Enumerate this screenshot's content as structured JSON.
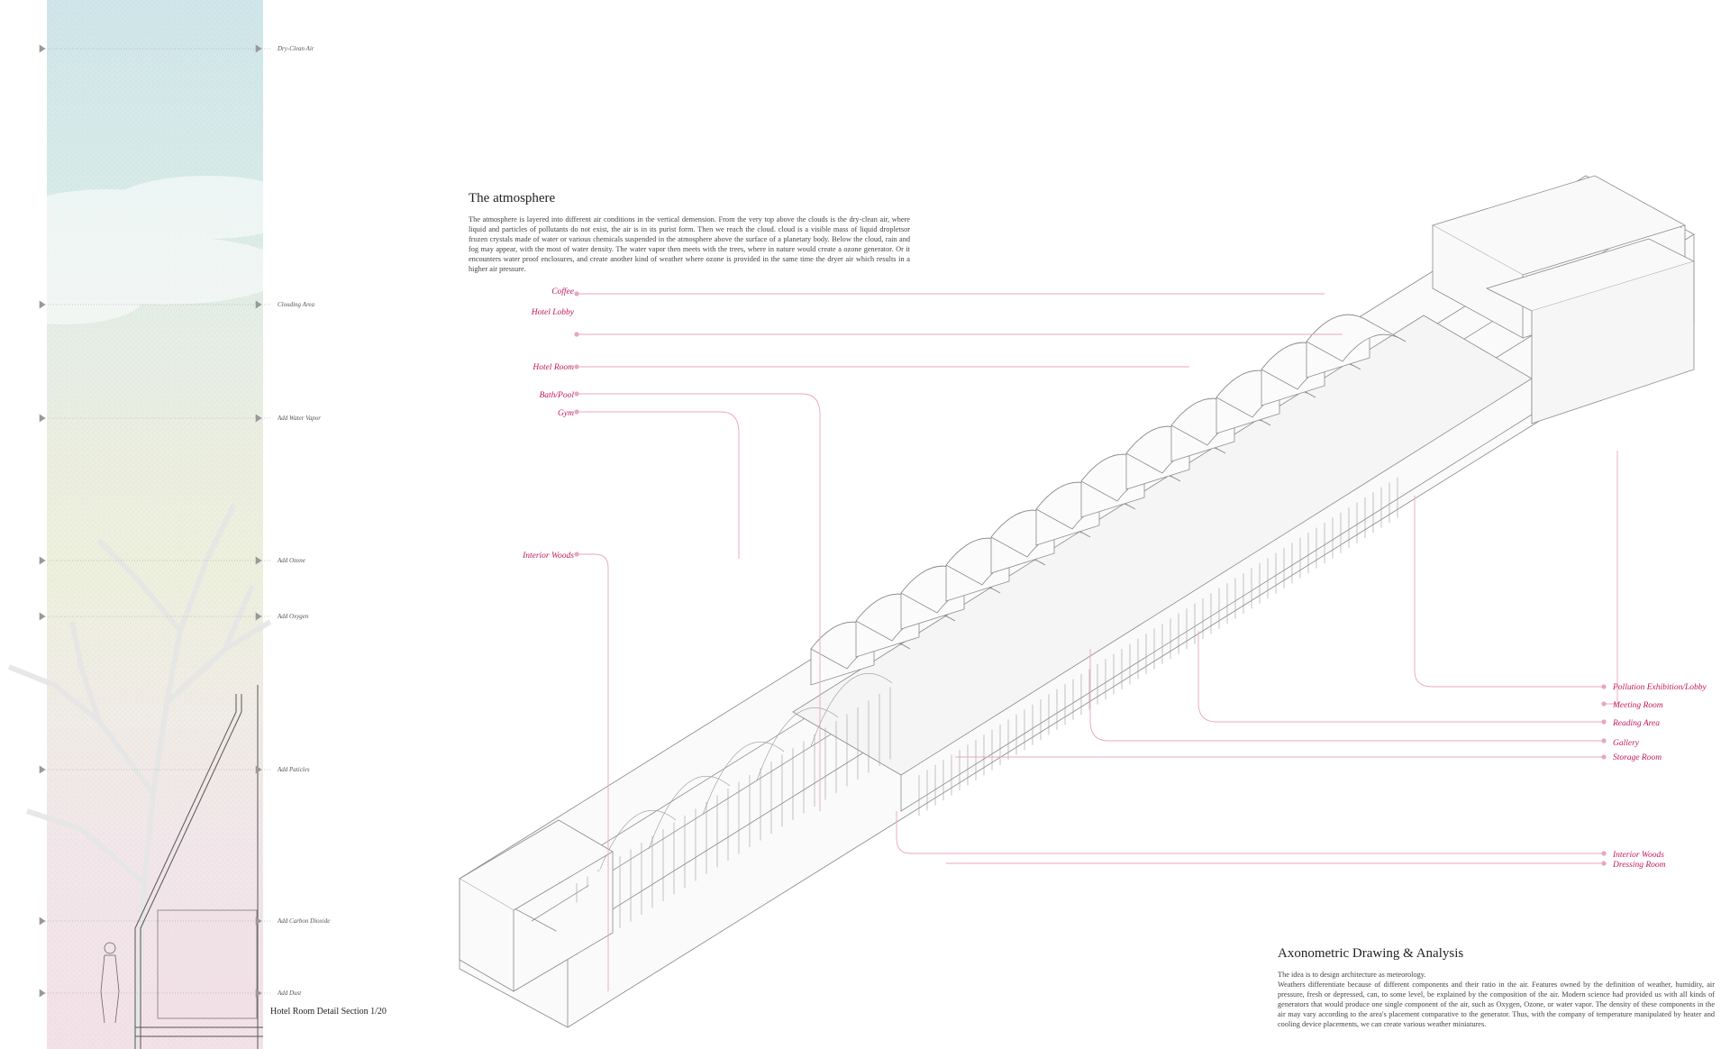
{
  "section": {
    "layers": [
      "Dry-Clean Air",
      "Clouding Area",
      "Add Water Vapor",
      "Add Ozone",
      "Add Oxygen",
      "Add Paticles",
      "Add Carbon Dioxide",
      "Add Dust"
    ],
    "title": "Hotel Room Detail Section 1/20"
  },
  "atmosphere": {
    "title": "The atmosphere",
    "body": "The atmosphere is layered into different air conditions in the vertical demension. From the very top above the clouds is the dry-clean air, where liquid and particles of pollutants do not exist, the air is in its purist form. Then we reach the cloud. cloud is a visible mass of liquid dropletsor frozen crystals made of water or various chemicals suspended in the atmosphere above the surface of a planetary body. Below the cloud, rain and fog may appear, with the most of water density. The water vapor then meets with the trees, where in nature would create a ozone generator. Or it encounters water proof enclosures, and create another kind of weather where ozone is provided in the same time the dryer air which results in a higher air pressure."
  },
  "callouts_left": [
    "Coffee",
    "Hotel Lobby",
    "Hotel Room",
    "Bath/Pool",
    "Gym",
    "Interior Woods"
  ],
  "callouts_right": [
    "Pollution Exhibition/Lobby",
    "Meeting Room",
    "Reading Area",
    "Gallery",
    "Storage Room",
    "Interior Woods",
    "Dressing Room"
  ],
  "analysis": {
    "title": "Axonometric Drawing & Analysis",
    "line1": "The idea is to design architecture as meteorology.",
    "body": "Weathers differentiate because of different components and their ratio in the air. Features owned by the definition of weather, humidity, air pressure, fresh or depressed, can, to some level, be explained by the composition of the air. Modern science had provided us with all kinds of generators that would produce one single component of the air, such as Oxygen, Ozone, or water vapor. The density of these components in the air may vary according to the area's placement comparative to the generator. Thus, with the company of temperature manipulated by heater and cooling device placements, we can create various weather miniatures."
  },
  "colors": {
    "accent": "#c2185b",
    "leader": "#e8a7bf",
    "linework": "#8a8a8a"
  }
}
